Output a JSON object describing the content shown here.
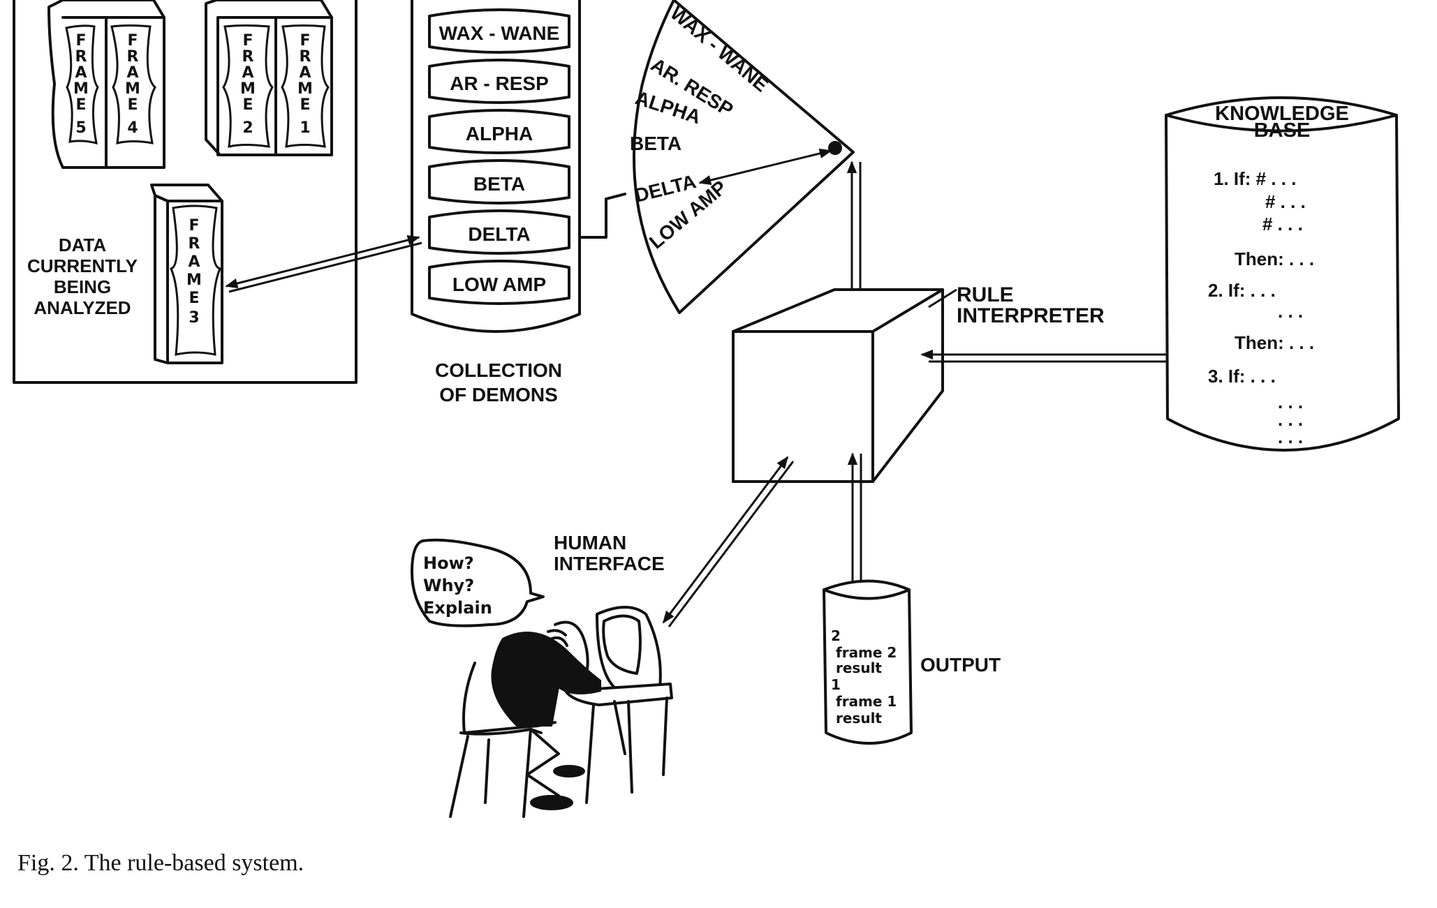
{
  "figure": {
    "caption": "Fig. 2. The rule-based system."
  },
  "data_store": {
    "frames_stored": [
      {
        "label": "FRAME",
        "number": "5"
      },
      {
        "label": "FRAME",
        "number": "4"
      },
      {
        "label": "FRAME",
        "number": "2"
      },
      {
        "label": "FRAME",
        "number": "1"
      }
    ],
    "current_frame": {
      "label": "FRAME",
      "number": "3"
    },
    "current_label": [
      "DATA",
      "CURRENTLY",
      "BEING",
      "ANALYZED"
    ]
  },
  "demons": {
    "items": [
      "WAX - WANE",
      "AR - RESP",
      "ALPHA",
      "BETA",
      "DELTA",
      "LOW AMP"
    ],
    "caption": [
      "COLLECTION",
      "OF DEMONS"
    ]
  },
  "dial": {
    "items": [
      "WAX - WANE",
      "AR. RESP",
      "ALPHA",
      "BETA",
      "DELTA",
      "LOW AMP"
    ],
    "selected": "DELTA"
  },
  "rule_interpreter": {
    "label": [
      "RULE",
      "INTERPRETER"
    ]
  },
  "knowledge_base": {
    "title": [
      "KNOWLEDGE",
      "BASE"
    ],
    "lines": [
      "1. If: # . . .",
      "# . . .",
      "# . . .",
      "Then: . . .",
      "2. If:  . . .",
      ". . .",
      "Then: . . .",
      "3. If:  . . .",
      ". . .",
      ". . .",
      ". . ."
    ]
  },
  "human_interface": {
    "label": [
      "HUMAN",
      "INTERFACE"
    ],
    "speech": [
      "How?",
      "Why?",
      "Explain"
    ]
  },
  "output": {
    "label": "OUTPUT",
    "contents": [
      "2",
      "frame 2",
      "result",
      "1",
      "frame 1",
      "result"
    ]
  }
}
